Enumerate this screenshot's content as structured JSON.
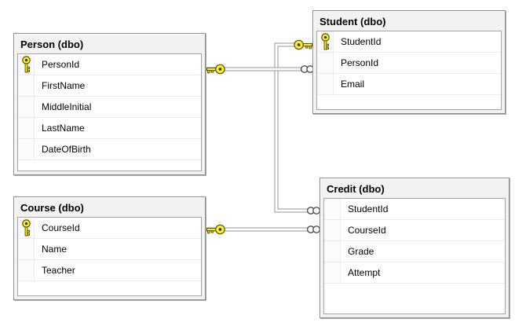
{
  "diagram": {
    "tables": [
      {
        "title": "Person (dbo)",
        "columns": [
          {
            "name": "PersonId",
            "key": true
          },
          {
            "name": "FirstName",
            "key": false
          },
          {
            "name": "MiddleInitial",
            "key": false
          },
          {
            "name": "LastName",
            "key": false
          },
          {
            "name": "DateOfBirth",
            "key": false
          }
        ]
      },
      {
        "title": "Student (dbo)",
        "columns": [
          {
            "name": "StudentId",
            "key": true
          },
          {
            "name": "PersonId",
            "key": false
          },
          {
            "name": "Email",
            "key": false
          }
        ]
      },
      {
        "title": "Course (dbo)",
        "columns": [
          {
            "name": "CourseId",
            "key": true
          },
          {
            "name": "Name",
            "key": false
          },
          {
            "name": "Teacher",
            "key": false
          }
        ]
      },
      {
        "title": "Credit (dbo)",
        "columns": [
          {
            "name": "StudentId",
            "key": false
          },
          {
            "name": "CourseId",
            "key": false
          },
          {
            "name": "Grade",
            "key": false
          },
          {
            "name": "Attempt",
            "key": false
          }
        ]
      }
    ],
    "relationships": [
      {
        "primary_table": "Person (dbo)",
        "primary_column": "PersonId",
        "foreign_table": "Student (dbo)",
        "foreign_column": "PersonId",
        "primary_end": "key",
        "foreign_end": "many"
      },
      {
        "primary_table": "Student (dbo)",
        "primary_column": "StudentId",
        "foreign_table": "Credit (dbo)",
        "foreign_column": "StudentId",
        "primary_end": "key",
        "foreign_end": "many"
      },
      {
        "primary_table": "Course (dbo)",
        "primary_column": "CourseId",
        "foreign_table": "Credit (dbo)",
        "foreign_column": "CourseId",
        "primary_end": "key",
        "foreign_end": "many"
      }
    ],
    "colors": {
      "key_icon": "#f9ef34",
      "connector_line": "#969696",
      "table_frame": "#f2f2f2",
      "table_border": "#8b8b8b",
      "canvas": "#ffffff"
    }
  }
}
